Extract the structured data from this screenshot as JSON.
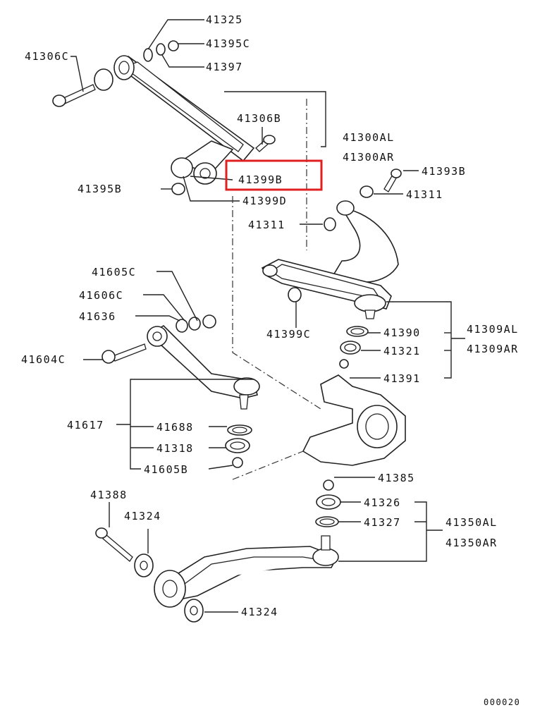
{
  "labels": {
    "p41325": "41325",
    "p41395c": "41395C",
    "p41397": "41397",
    "p41306c": "41306C",
    "p41306b": "41306B",
    "p41300al": "41300AL",
    "p41300ar": "41300AR",
    "p41399b": "41399B",
    "p41399d": "41399D",
    "p41395b": "41395B",
    "p41393b": "41393B",
    "p41311a": "41311",
    "p41311b": "41311",
    "p41605c": "41605C",
    "p41606c": "41606C",
    "p41636": "41636",
    "p41604c": "41604C",
    "p41399c": "41399C",
    "p41390": "41390",
    "p41321": "41321",
    "p41391": "41391",
    "p41309al": "41309AL",
    "p41309ar": "41309AR",
    "p41617": "41617",
    "p41688": "41688",
    "p41318": "41318",
    "p41605b": "41605B",
    "p41385": "41385",
    "p41326": "41326",
    "p41327": "41327",
    "p41350al": "41350AL",
    "p41350ar": "41350AR",
    "p41388": "41388",
    "p41324a": "41324",
    "p41324b": "41324",
    "code": "000020"
  },
  "highlight_color": "#e02020"
}
